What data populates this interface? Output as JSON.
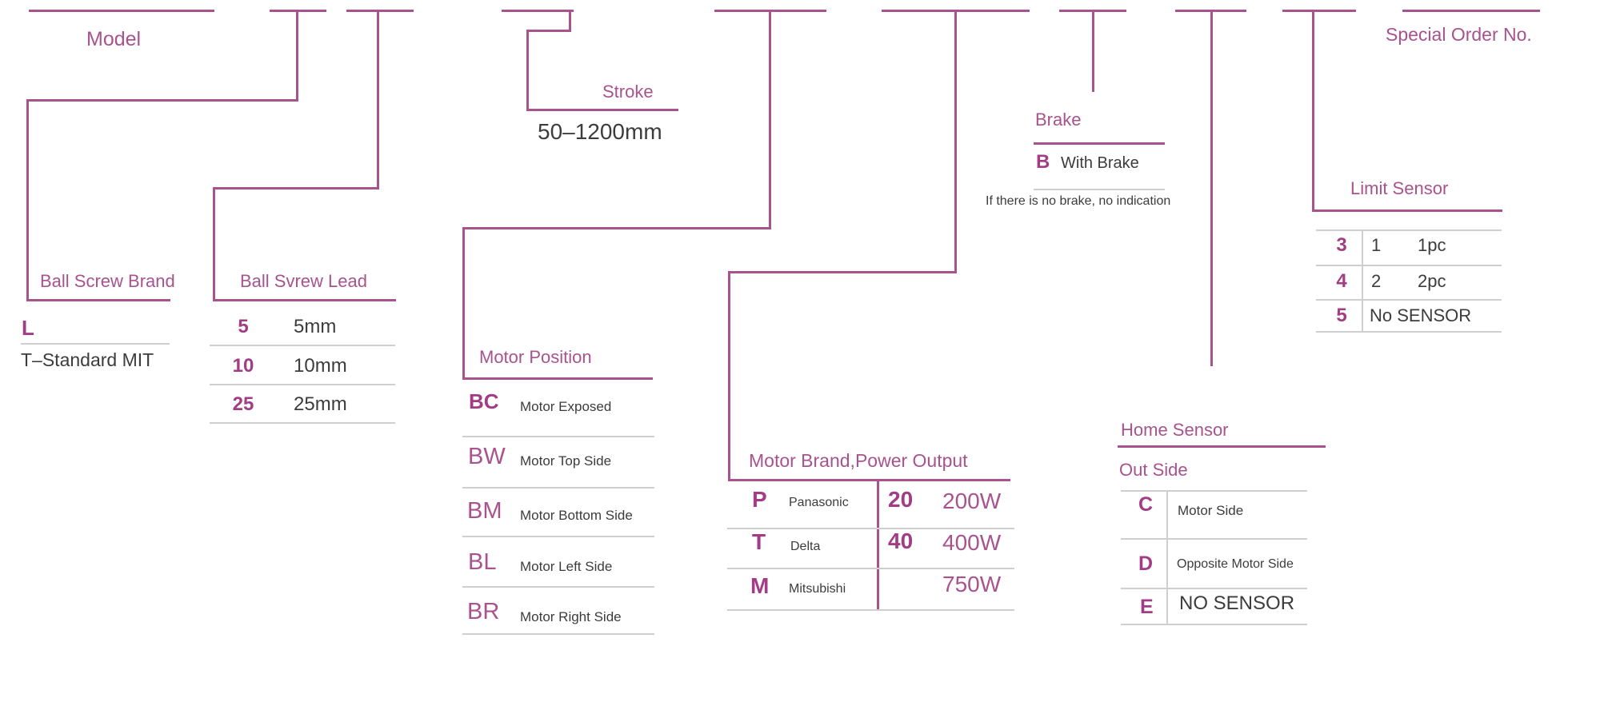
{
  "accent": {
    "pink": "#a8538e",
    "pinkBold": "#a23c85",
    "dark": "#3c3c3c",
    "grayLine": "#cfcfcf"
  },
  "sections": {
    "model": {
      "label": "Model"
    },
    "ball_screw_brand": {
      "label": "Ball Screw Brand",
      "code": "L",
      "desc": "T–Standard MIT"
    },
    "ball_screw_lead": {
      "label": "Ball Svrew Lead",
      "rows": [
        {
          "code": "5",
          "value": "5mm"
        },
        {
          "code": "10",
          "value": "10mm"
        },
        {
          "code": "25",
          "value": "25mm"
        }
      ]
    },
    "stroke": {
      "label": "Stroke",
      "range": "50–1200mm"
    },
    "motor_position": {
      "label": "Motor Position",
      "rows": [
        {
          "code": "BC",
          "desc": "Motor Exposed"
        },
        {
          "code": "BW",
          "desc": "Motor Top Side"
        },
        {
          "code": "BM",
          "desc": "Motor Bottom Side"
        },
        {
          "code": "BL",
          "desc": "Motor Left Side"
        },
        {
          "code": "BR",
          "desc": "Motor Right Side"
        }
      ]
    },
    "motor_brand_power": {
      "label": "Motor Brand,Power Output",
      "brands": [
        {
          "code": "P",
          "name": "Panasonic"
        },
        {
          "code": "T",
          "name": "Delta"
        },
        {
          "code": "M",
          "name": "Mitsubishi"
        }
      ],
      "powers": [
        {
          "code": "20",
          "value": "200W"
        },
        {
          "code": "40",
          "value": "400W"
        },
        {
          "code": "",
          "value": "750W"
        }
      ]
    },
    "brake": {
      "label": "Brake",
      "code": "B",
      "desc": "With Brake",
      "note": "If there is no brake, no indication"
    },
    "home_sensor": {
      "label": "Home Sensor",
      "sublabel": "Out Side",
      "rows": [
        {
          "code": "C",
          "desc": "Motor Side"
        },
        {
          "code": "D",
          "desc": "Opposite Motor Side"
        },
        {
          "code": "E",
          "desc": "NO SENSOR"
        }
      ]
    },
    "limit_sensor": {
      "label": "Limit Sensor",
      "rows": [
        {
          "code": "3",
          "qty": "1",
          "desc": "1pc"
        },
        {
          "code": "4",
          "qty": "2",
          "desc": "2pc"
        },
        {
          "code": "5",
          "qty": "",
          "desc": "No SENSOR"
        }
      ]
    },
    "special_order": {
      "label": "Special Order No."
    }
  }
}
